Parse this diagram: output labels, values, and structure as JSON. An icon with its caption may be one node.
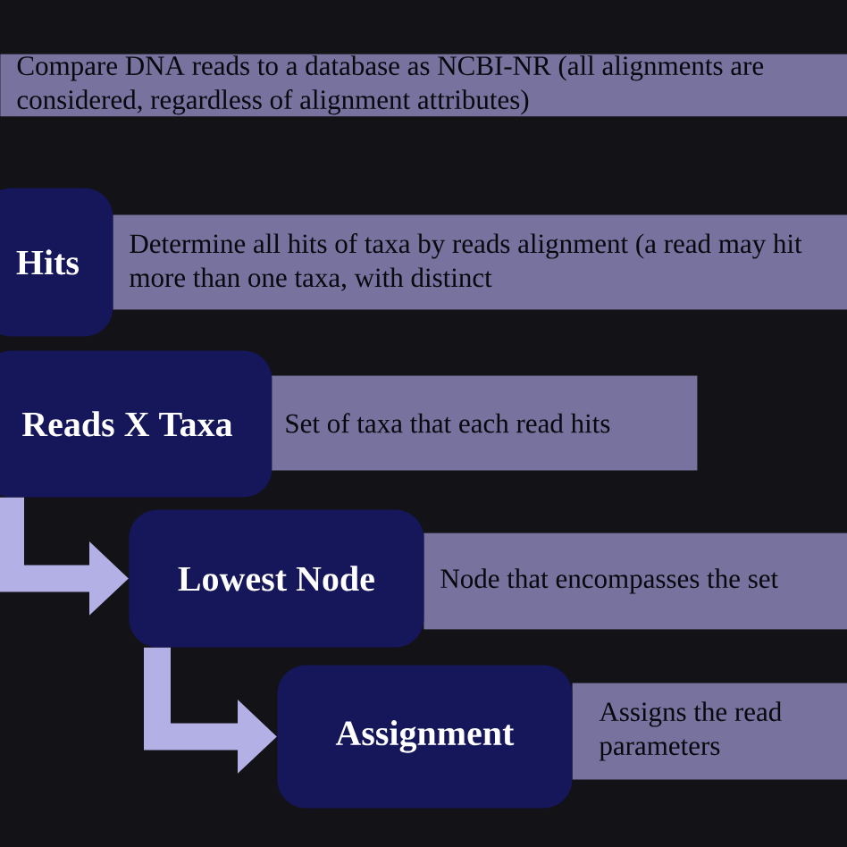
{
  "diagram": {
    "nodes": [
      {
        "text": [
          "Compare DNA reads to a database as NCBI-NR (all alignments are considered, regardless of alignment attributes)"
        ]
      },
      {
        "text": [
          "Hits"
        ]
      },
      {
        "text": [
          "Determine all hits of taxa by reads alignment (a read may hit more than one taxa, with distinct"
        ]
      },
      {
        "text": [
          "Reads X Taxa"
        ]
      },
      {
        "text": [
          "Set of taxa that each read hits"
        ]
      },
      {
        "text": [
          "Lowest Node"
        ]
      },
      {
        "text": [
          "Node that encompasses the set"
        ]
      },
      {
        "text": [
          "Assignment"
        ]
      },
      {
        "text": [
          "Assigns the read parameters"
        ]
      }
    ],
    "edges": [
      {
        "from": 3,
        "to": 5,
        "arrow": "to"
      },
      {
        "from": 5,
        "to": 7,
        "arrow": "to"
      }
    ]
  }
}
